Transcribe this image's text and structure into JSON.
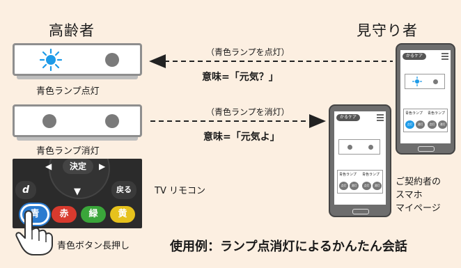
{
  "left": {
    "heading": "高齢者",
    "device_on_label": "青色ランプ点灯",
    "device_off_label": "青色ランプ消灯",
    "remote_label": "TV リモコン",
    "remote_keys": {
      "enter": "決定",
      "d": "d",
      "back": "戻る"
    },
    "color_keys": [
      "青",
      "赤",
      "緑",
      "黄"
    ],
    "press_label": "青色ボタン長押し"
  },
  "right": {
    "heading": "見守り者",
    "phone_caption": [
      "ご契約者の",
      "スマホ",
      "マイページ"
    ]
  },
  "arrows": [
    {
      "sub": "（青色ランプを点灯）",
      "main": "意味=「元気？」",
      "direction": "left"
    },
    {
      "sub": "（青色ランプを消灯）",
      "main": "意味=「元気よ」",
      "direction": "right"
    }
  ],
  "phone_ui": {
    "logo": "かるケア",
    "lamp_left": "青色ランプ",
    "lamp_right": "青色ランプ",
    "btn_on": "点灯",
    "btn_off": "消灯"
  },
  "footer": "使用例：ランプ点消灯によるかんたん会話",
  "colors": {
    "background": "#fcefe1",
    "lamp_blue": "#1e9be8",
    "key_blue": "#2a7bd0",
    "key_red": "#d83a2e",
    "key_green": "#3aa63a",
    "key_yellow": "#e6c21c"
  }
}
